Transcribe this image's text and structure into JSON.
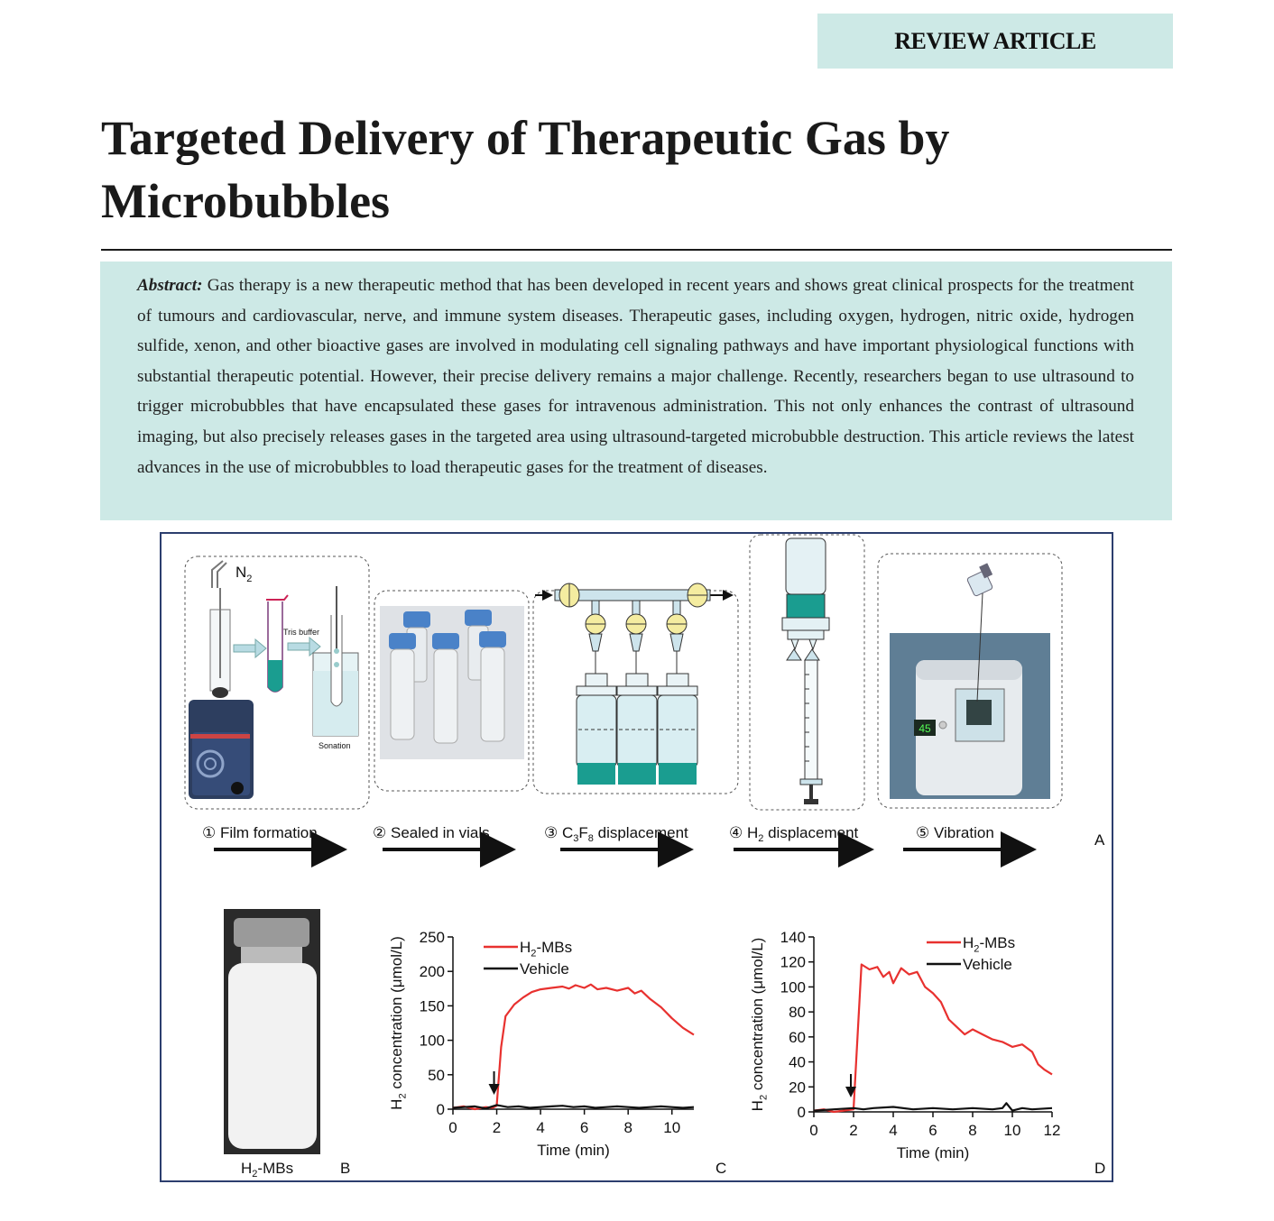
{
  "header": {
    "badge": "REVIEW ARTICLE"
  },
  "article": {
    "title_line1": "Targeted Delivery of Therapeutic Gas by",
    "title_line2": "Microbubbles",
    "abstract_label": "Abstract:",
    "abstract_text": "Gas therapy is a new therapeutic method that has been developed in recent years and shows great clinical prospects for the treatment of tumours and cardiovascular, nerve, and immune system diseases. Therapeutic gases, including oxygen, hydrogen, nitric oxide, hydrogen sulfide, xenon, and other bioactive gases are involved in modulating cell signaling pathways and have important physiological functions with substantial therapeutic potential. However, their precise delivery remains a major challenge. Recently, researchers began to use ultrasound to trigger microbubbles that have encapsulated these gases for intravenous administration. This not only enhances the contrast of ultrasound imaging, but also precisely releases gases in the targeted area using ultrasound-targeted microbubble destruction. This article reviews the latest advances in the use of microbubbles to load therapeutic gases for the treatment of diseases."
  },
  "figure": {
    "panel_a": {
      "label": "A",
      "steps": [
        {
          "num": "①",
          "text": "Film formation"
        },
        {
          "num": "②",
          "text": "Sealed in vials"
        },
        {
          "num": "③",
          "text": "C3F8 displacement"
        },
        {
          "num": "④",
          "text": "H2 displacement"
        },
        {
          "num": "⑤",
          "text": "Vibration"
        }
      ],
      "step1_gas": "N2",
      "step1_buffer": "Tris buffer",
      "step1_sonation": "Sonation",
      "timer_display": "45"
    },
    "panel_b": {
      "label": "B",
      "caption": "H2-MBs"
    },
    "panel_c": {
      "label": "C"
    },
    "panel_d": {
      "label": "D"
    }
  },
  "chart_data": [
    {
      "type": "line",
      "panel": "C",
      "xlabel": "Time (min)",
      "ylabel": "H2 concentration (μmol/L)",
      "xlim": [
        0,
        11
      ],
      "ylim": [
        0,
        250
      ],
      "xticks": [
        0,
        2,
        4,
        6,
        8,
        10
      ],
      "yticks": [
        0,
        50,
        100,
        150,
        200,
        250
      ],
      "legend_position": "top-left",
      "annotation": "arrow at 2 min",
      "series": [
        {
          "name": "H2-MBs",
          "color": "#e8312f",
          "x": [
            0,
            0.5,
            1.0,
            1.5,
            1.8,
            2.0,
            2.2,
            2.4,
            2.8,
            3.2,
            3.6,
            4.0,
            4.5,
            5.0,
            5.3,
            5.6,
            6.0,
            6.3,
            6.6,
            7.0,
            7.5,
            8.0,
            8.3,
            8.6,
            9.0,
            9.5,
            10.0,
            10.5,
            11.0
          ],
          "y": [
            2,
            4,
            0,
            3,
            2,
            5,
            90,
            135,
            152,
            162,
            170,
            174,
            176,
            178,
            175,
            180,
            176,
            181,
            174,
            176,
            172,
            176,
            168,
            172,
            160,
            148,
            132,
            118,
            108
          ]
        },
        {
          "name": "Vehicle",
          "color": "#111111",
          "x": [
            0,
            0.5,
            1.0,
            1.5,
            2.0,
            2.5,
            3.0,
            3.5,
            4.0,
            4.5,
            5.0,
            5.5,
            6.0,
            6.5,
            7.0,
            7.5,
            8.0,
            8.5,
            9.0,
            9.5,
            10.0,
            10.5,
            11.0
          ],
          "y": [
            2,
            3,
            4,
            1,
            6,
            3,
            4,
            2,
            3,
            4,
            5,
            3,
            4,
            2,
            3,
            4,
            3,
            2,
            3,
            4,
            3,
            2,
            3
          ]
        }
      ]
    },
    {
      "type": "line",
      "panel": "D",
      "xlabel": "Time (min)",
      "ylabel": "H2 concentration (μmol/L)",
      "xlim": [
        0,
        12
      ],
      "ylim": [
        0,
        140
      ],
      "xticks": [
        0,
        2,
        4,
        6,
        8,
        10,
        12
      ],
      "yticks": [
        0,
        20,
        40,
        60,
        80,
        100,
        120,
        140
      ],
      "legend_position": "top-right",
      "annotation": "arrow at 2 min",
      "series": [
        {
          "name": "H2-MBs",
          "color": "#e8312f",
          "x": [
            0,
            0.5,
            1.0,
            1.5,
            2.0,
            2.2,
            2.4,
            2.8,
            3.2,
            3.5,
            3.8,
            4.0,
            4.4,
            4.8,
            5.2,
            5.6,
            6.0,
            6.4,
            6.8,
            7.2,
            7.6,
            8.0,
            8.5,
            9.0,
            9.5,
            10.0,
            10.5,
            11.0,
            11.3,
            11.6,
            12.0
          ],
          "y": [
            1,
            2,
            0,
            1,
            2,
            60,
            118,
            114,
            116,
            108,
            112,
            103,
            115,
            110,
            112,
            100,
            95,
            88,
            74,
            68,
            62,
            66,
            62,
            58,
            56,
            52,
            54,
            48,
            38,
            34,
            30
          ]
        },
        {
          "name": "Vehicle",
          "color": "#111111",
          "x": [
            0,
            1.0,
            2.0,
            2.5,
            3.0,
            4.0,
            5.0,
            6.0,
            7.0,
            8.0,
            9.0,
            9.5,
            9.7,
            10.0,
            10.5,
            11.0,
            12.0
          ],
          "y": [
            1,
            2,
            3,
            2,
            3,
            4,
            2,
            3,
            2,
            3,
            2,
            3,
            7,
            1,
            3,
            2,
            3
          ]
        }
      ]
    }
  ],
  "colors": {
    "accent_band": "#cde9e6",
    "frame": "#2c3e6e",
    "teal_liquid": "#1a9d90",
    "red_series": "#e8312f"
  }
}
